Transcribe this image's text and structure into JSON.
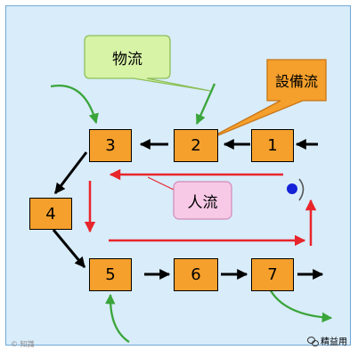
{
  "diagram": {
    "boxes": [
      {
        "id": "1",
        "label": "1"
      },
      {
        "id": "2",
        "label": "2"
      },
      {
        "id": "3",
        "label": "3"
      },
      {
        "id": "4",
        "label": "4"
      },
      {
        "id": "5",
        "label": "5"
      },
      {
        "id": "6",
        "label": "6"
      },
      {
        "id": "7",
        "label": "7"
      }
    ],
    "callouts": {
      "material_flow": "物流",
      "equipment_flow": "設備流",
      "people_flow": "人流"
    },
    "colors": {
      "box_fill": "#f5a02c",
      "panel_fill": "#d9ecfa",
      "material_flow_arrow": "#3aa53a",
      "people_flow_arrow": "#e8252b",
      "process_arrow": "#000000",
      "material_callout_fill": "#d7f3a6",
      "equipment_callout_fill": "#f5a02c",
      "people_callout_fill": "#f7c9e6"
    }
  },
  "watermark": {
    "left_text": "© 知識",
    "right_text": "精益用"
  }
}
